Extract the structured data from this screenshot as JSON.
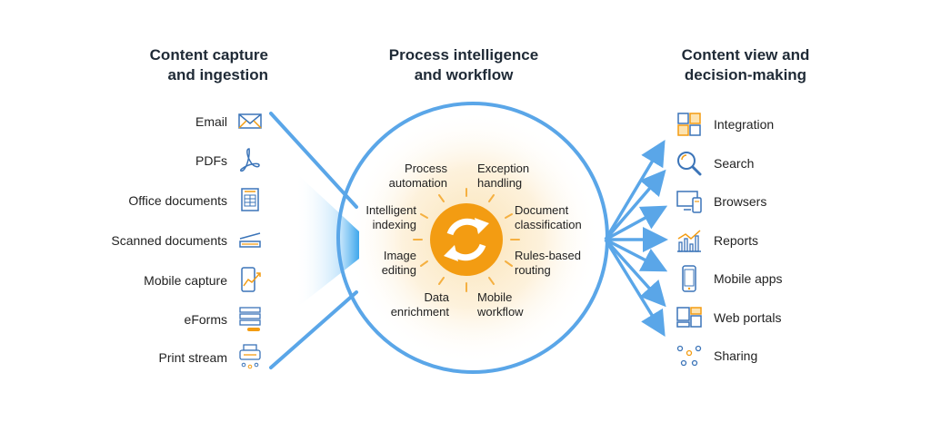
{
  "headings": {
    "capture": "Content capture\nand ingestion",
    "process": "Process intelligence\nand workflow",
    "view": "Content view and\ndecision-making"
  },
  "inputs": [
    {
      "label": "Email",
      "icon": "envelope-icon"
    },
    {
      "label": "PDFs",
      "icon": "pdf-icon"
    },
    {
      "label": "Office documents",
      "icon": "spreadsheet-document-icon"
    },
    {
      "label": "Scanned documents",
      "icon": "scanner-icon"
    },
    {
      "label": "Mobile capture",
      "icon": "mobile-chart-icon"
    },
    {
      "label": "eForms",
      "icon": "form-icon"
    },
    {
      "label": "Print stream",
      "icon": "printer-icon"
    }
  ],
  "process_steps": {
    "process_automation": "Process\nautomation",
    "exception_handling": "Exception\nhandling",
    "intelligent_indexing": "Intelligent\nindexing",
    "document_classification": "Document\nclassification",
    "image_editing": "Image\nediting",
    "rules_based_routing": "Rules-based\nrouting",
    "data_enrichment": "Data\nenrichment",
    "mobile_workflow": "Mobile\nworkflow"
  },
  "outputs": [
    {
      "label": "Integration",
      "icon": "puzzle-icon"
    },
    {
      "label": "Search",
      "icon": "magnifier-icon"
    },
    {
      "label": "Browsers",
      "icon": "devices-icon"
    },
    {
      "label": "Reports",
      "icon": "bar-chart-icon"
    },
    {
      "label": "Mobile apps",
      "icon": "smartphone-icon"
    },
    {
      "label": "Web portals",
      "icon": "portal-layout-icon"
    },
    {
      "label": "Sharing",
      "icon": "network-dots-icon"
    }
  ],
  "colors": {
    "line_blue": "#5aa6e8",
    "icon_blue": "#3b74b8",
    "accent_orange": "#f39c12",
    "glow_orange": "#fbe3b5"
  }
}
